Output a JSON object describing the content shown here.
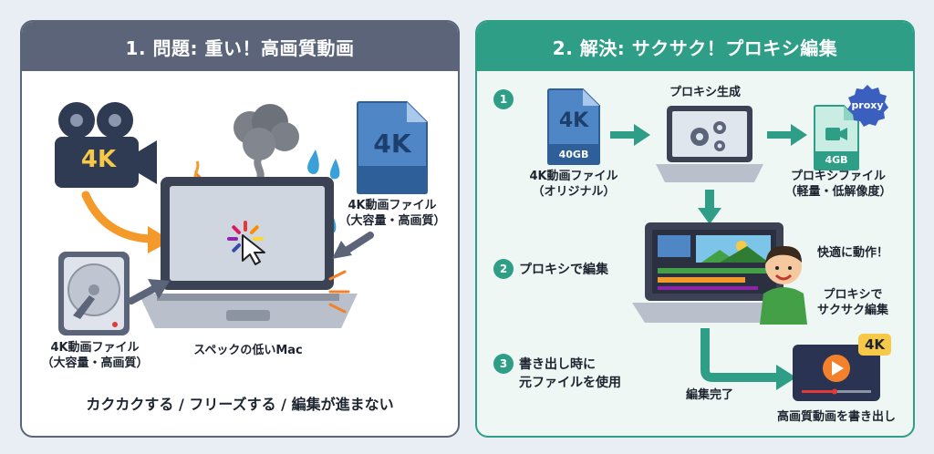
{
  "problem": {
    "title": "1. 問題: 重い！高画質動画",
    "camera_badge": "4K",
    "file_badge": "4K",
    "file_label_line1": "4K動画ファイル",
    "file_label_line2": "（大容量・高画質）",
    "drive_label_line1": "4K動画ファイル",
    "drive_label_line2": "（大容量・高画質）",
    "laptop_label": "スペックの低いMac",
    "footer": "カクカクする / フリーズする / 編集が進まない"
  },
  "solution": {
    "title": "2. 解決: サクサク！プロキシ編集",
    "step1_number": "1",
    "orig_file_badge": "4K",
    "orig_file_size": "40GB",
    "orig_file_label_line1": "4K動画ファイル",
    "orig_file_label_line2": "（オリジナル）",
    "generate_label": "プロキシ生成",
    "proxy_tag": "proxy",
    "proxy_file_size": "4GB",
    "proxy_file_label_line1": "プロキシファイル",
    "proxy_file_label_line2": "（軽量・低解像度）",
    "step2_number": "2",
    "step2_label": "プロキシで編集",
    "comfort_label": "快適に動作！",
    "proxy_edit_line1": "プロキシで",
    "proxy_edit_line2": "サクサク編集",
    "step3_number": "3",
    "step3_line1": "書き出し時に",
    "step3_line2": "元ファイルを使用",
    "done_label": "編集完了",
    "output_badge": "4K",
    "output_label": "高画質動画を書き出し"
  },
  "colors": {
    "problem_header": "#5b6478",
    "solution_header": "#2e9e86",
    "arrow_orange": "#f39a2b",
    "arrow_gray": "#5b6478",
    "arrow_teal": "#2e9e86",
    "file_blue": "#4f86c6",
    "badge_yellow": "#f7c948"
  }
}
